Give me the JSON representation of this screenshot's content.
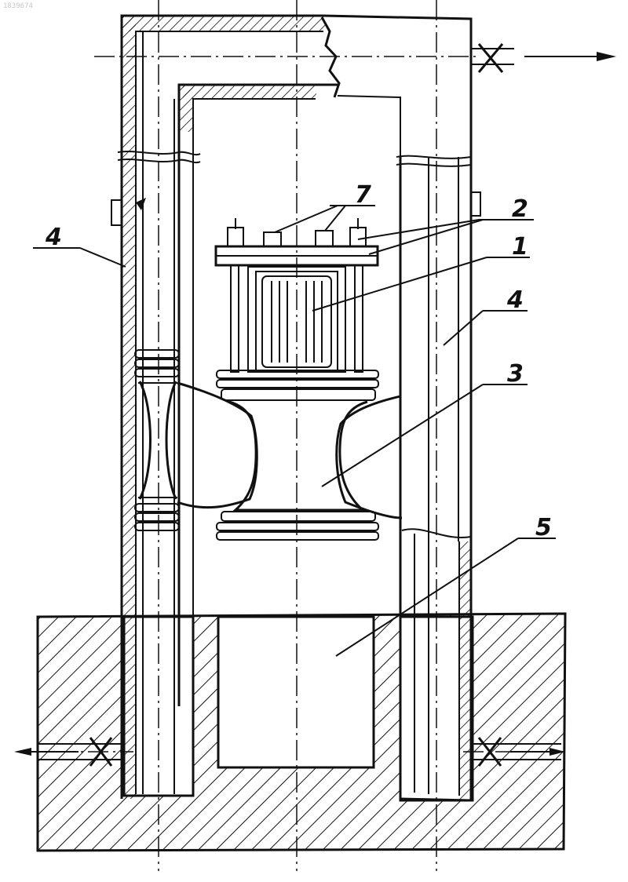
{
  "corner_id": "1839674",
  "labels": [
    {
      "id": "label-1",
      "text": "1"
    },
    {
      "id": "label-2",
      "text": "2"
    },
    {
      "id": "label-3",
      "text": "3"
    },
    {
      "id": "label-4-left",
      "text": "4"
    },
    {
      "id": "label-4-right",
      "text": "4"
    },
    {
      "id": "label-5",
      "text": "5"
    },
    {
      "id": "label-7",
      "text": "7"
    }
  ]
}
